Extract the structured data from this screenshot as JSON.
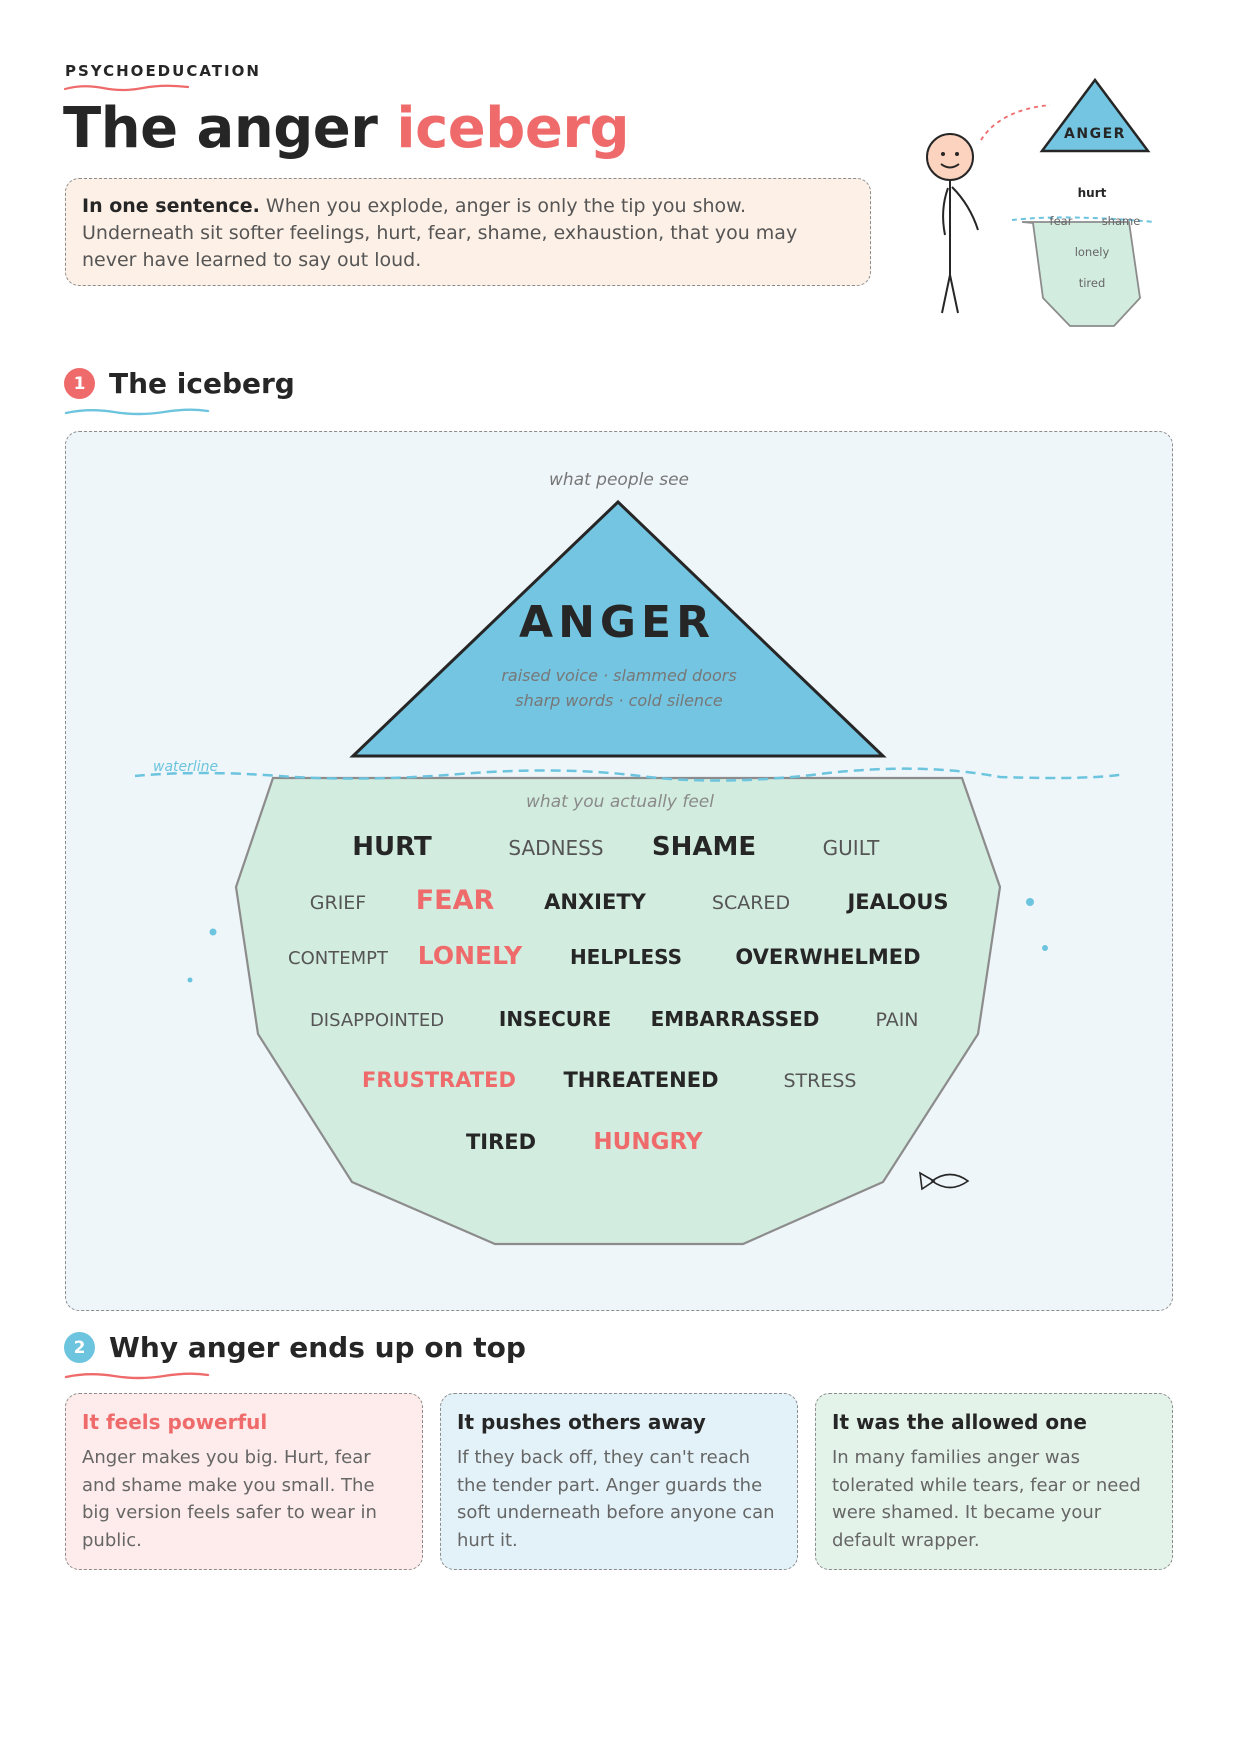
{
  "header": {
    "kicker": "PSYCHOEDUCATION",
    "title_main": "The anger",
    "title_accent": "iceberg"
  },
  "summary": {
    "lead": "In one sentence.",
    "text": "When you explode, anger is only the tip you show. Underneath sit softer feelings, hurt, fear, shame, exhaustion, that you may never have learned to say out loud."
  },
  "mini_iceberg": {
    "tip_label": "ANGER",
    "hurt": "hurt",
    "fear": "fear",
    "shame": "shame",
    "lonely": "lonely",
    "tired": "tired"
  },
  "section1": {
    "number": "1",
    "title": "The iceberg"
  },
  "iceberg": {
    "top_caption": "what people see",
    "tip_word": "ANGER",
    "tip_line1": "raised voice · slammed doors",
    "tip_line2": "sharp words · cold silence",
    "waterline": "waterline",
    "under_caption": "what you actually feel",
    "emotions": {
      "hurt": "HURT",
      "sadness": "SADNESS",
      "shame": "SHAME",
      "guilt": "GUILT",
      "grief": "GRIEF",
      "fear": "FEAR",
      "anxiety": "ANXIETY",
      "scared": "SCARED",
      "jealous": "JEALOUS",
      "contempt": "CONTEMPT",
      "lonely": "LONELY",
      "helpless": "HELPLESS",
      "overwhelmed": "OVERWHELMED",
      "disappointed": "DISAPPOINTED",
      "insecure": "INSECURE",
      "embarrassed": "EMBARRASSED",
      "pain": "PAIN",
      "frustrated": "FRUSTRATED",
      "threatened": "THREATENED",
      "stress": "STRESS",
      "tired": "TIRED",
      "hungry": "HUNGRY"
    }
  },
  "section2": {
    "number": "2",
    "title": "Why anger ends up on top"
  },
  "cards": [
    {
      "title": "It feels powerful",
      "body": "Anger makes you big. Hurt, fear and shame make you small. The big version feels safer to wear in public."
    },
    {
      "title": "It pushes others away",
      "body": "If they back off, they can't reach the tender part. Anger guards the soft underneath before anyone can hurt it."
    },
    {
      "title": "It was the allowed one",
      "body": "In many families anger was tolerated while tears, fear or need were shamed. It became your default wrapper."
    }
  ],
  "colors": {
    "accent_red": "#ef6b6b",
    "accent_blue": "#6cc4de",
    "tip_blue": "#74c5e1",
    "ice_green": "#d3ece0",
    "text_dark": "#262626"
  }
}
